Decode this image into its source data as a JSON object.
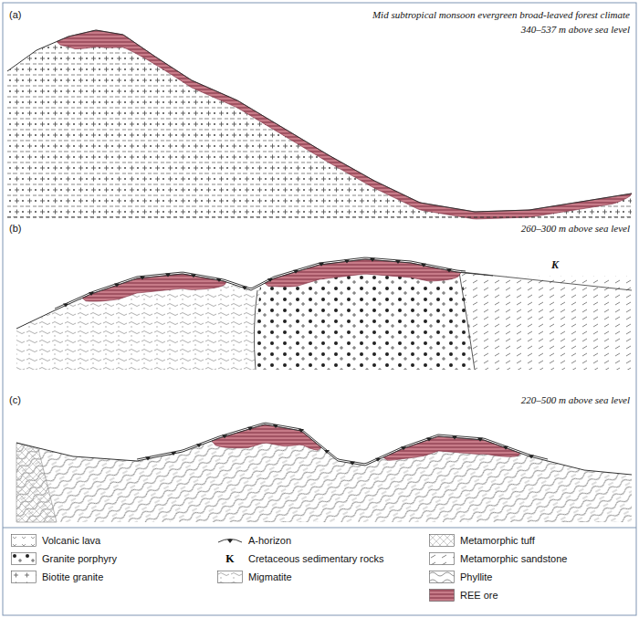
{
  "diagram": {
    "labels": [
      "(a)",
      "Mid subtropical monsoon evergreen broad-leaved forest climate",
      "340–537 m above sea level",
      "(b)",
      "260–300 m above sea level",
      "K",
      "(c)",
      "220–500 m above sea level",
      "K"
    ],
    "legend": [
      {
        "text": "Volcanic lava"
      },
      {
        "text": "A-horizon"
      },
      {
        "text": "Metamorphic tuff"
      },
      {
        "text": "Granite porphyry"
      },
      {
        "text": "Cretaceous sedimentary rocks"
      },
      {
        "text": "Metamorphic sandstone"
      },
      {
        "text": "Biotite granite"
      },
      {
        "text": "Migmatite"
      },
      {
        "text": "Phyllite"
      },
      {
        "text": "REE ore"
      }
    ]
  }
}
